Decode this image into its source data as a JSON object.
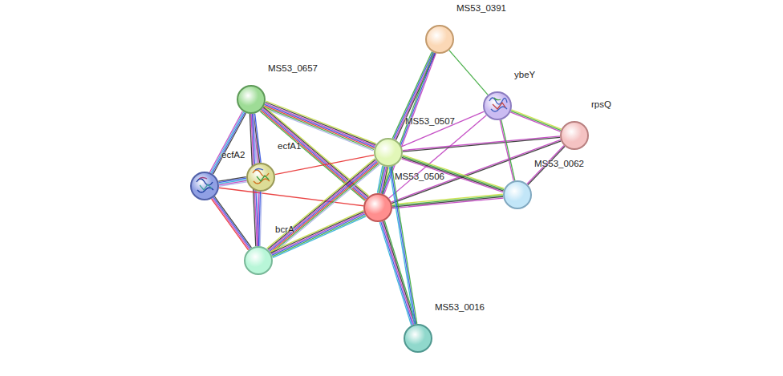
{
  "diagram": {
    "nodes": [
      {
        "text": [
          "MS53_0391"
        ]
      },
      {
        "text": [
          "ybeY"
        ]
      },
      {
        "text": [
          "rpsQ"
        ]
      },
      {
        "text": [
          "MS53_0657"
        ]
      },
      {
        "text": [
          "MS53_0507"
        ]
      },
      {
        "text": [
          "ecfA1"
        ]
      },
      {
        "text": [
          "ecfA2"
        ]
      },
      {
        "text": [
          "MS53_0506"
        ]
      },
      {
        "text": [
          "MS53_0062"
        ]
      },
      {
        "text": [
          "bcrA"
        ]
      },
      {
        "text": [
          "MS53_0016"
        ]
      }
    ],
    "edges": [
      {
        "from": 3,
        "to": 6,
        "arrow": "none"
      },
      {
        "from": 3,
        "to": 5,
        "arrow": "none"
      },
      {
        "from": 3,
        "to": 9,
        "arrow": "none"
      },
      {
        "from": 3,
        "to": 4,
        "arrow": "none"
      },
      {
        "from": 3,
        "to": 7,
        "arrow": "none"
      },
      {
        "from": 6,
        "to": 5,
        "arrow": "none"
      },
      {
        "from": 6,
        "to": 9,
        "arrow": "none"
      },
      {
        "from": 6,
        "to": 7,
        "arrow": "none"
      },
      {
        "from": 5,
        "to": 4,
        "arrow": "none"
      },
      {
        "from": 5,
        "to": 9,
        "arrow": "none"
      },
      {
        "from": 9,
        "to": 4,
        "arrow": "none"
      },
      {
        "from": 9,
        "to": 7,
        "arrow": "none"
      },
      {
        "from": 4,
        "to": 7,
        "arrow": "none"
      },
      {
        "from": 4,
        "to": 0,
        "arrow": "none"
      },
      {
        "from": 7,
        "to": 0,
        "arrow": "none"
      },
      {
        "from": 4,
        "to": 1,
        "arrow": "none"
      },
      {
        "from": 7,
        "to": 1,
        "arrow": "none"
      },
      {
        "from": 4,
        "to": 2,
        "arrow": "none"
      },
      {
        "from": 7,
        "to": 2,
        "arrow": "none"
      },
      {
        "from": 4,
        "to": 8,
        "arrow": "none"
      },
      {
        "from": 7,
        "to": 8,
        "arrow": "none"
      },
      {
        "from": 7,
        "to": 10,
        "arrow": "none"
      },
      {
        "from": 4,
        "to": 10,
        "arrow": "none"
      },
      {
        "from": 0,
        "to": 1,
        "arrow": "none"
      },
      {
        "from": 1,
        "to": 2,
        "arrow": "none"
      },
      {
        "from": 1,
        "to": 8,
        "arrow": "none"
      },
      {
        "from": 2,
        "to": 8,
        "arrow": "none"
      }
    ]
  }
}
